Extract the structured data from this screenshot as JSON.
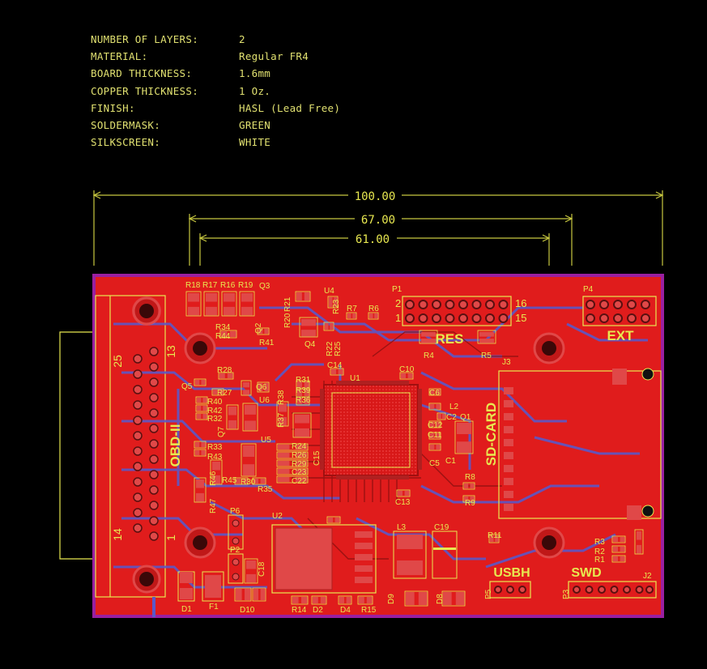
{
  "specs": [
    {
      "key": "NUMBER OF LAYERS:",
      "value": "2"
    },
    {
      "key": "MATERIAL:",
      "value": "Regular FR4"
    },
    {
      "key": "BOARD THICKNESS:",
      "value": "1.6mm"
    },
    {
      "key": "COPPER THICKNESS:",
      "value": "1 Oz."
    },
    {
      "key": "FINISH:",
      "value": "HASL (Lead Free)"
    },
    {
      "key": "SOLDERMASK:",
      "value": "GREEN"
    },
    {
      "key": "SILKSCREEN:",
      "value": "WHITE"
    }
  ],
  "dimensions": {
    "overall": "100.00",
    "middle": "67.00",
    "inner": "61.00"
  },
  "section_labels": {
    "obd": "OBD-II",
    "res": "RES",
    "ext": "EXT",
    "sdcard": "SD-CARD",
    "usbh": "USBH",
    "swd": "SWD"
  },
  "connector_pins": {
    "p1_row_top_left": "2",
    "p1_row_bottom_left": "1",
    "p1_row_top_right": "16",
    "p1_row_bottom_right": "15",
    "obd_pin_25": "25",
    "obd_pin_13": "13",
    "obd_pin_14": "14",
    "obd_pin_1": "1"
  },
  "designators": {
    "R18": "R18",
    "R17": "R17",
    "R16": "R16",
    "R19": "R19",
    "Q3": "Q3",
    "R21": "R21",
    "R20": "R20",
    "U4": "U4",
    "R23": "R23",
    "P1": "P1",
    "P4": "P4",
    "R7": "R7",
    "R6": "R6",
    "R34": "R34",
    "R44": "R44",
    "Q2": "Q2",
    "R41": "R41",
    "Q4": "Q4",
    "R22": "R22",
    "R25": "R25",
    "R4": "R4",
    "R5": "R5",
    "J3": "J3",
    "C14": "C14",
    "C10": "C10",
    "R28": "R28",
    "U1": "U1",
    "R31": "R31",
    "R39": "R39",
    "R36": "R36",
    "R27": "R27",
    "Q5": "Q5",
    "Q6": "Q6",
    "U6": "U6",
    "R38": "R38",
    "R37": "R37",
    "R40": "R40",
    "R42": "R42",
    "R32": "R32",
    "Q7": "Q7",
    "C6": "C6",
    "L2": "L2",
    "C2": "C2",
    "Q1": "Q1",
    "C12": "C12",
    "C11": "C11",
    "C1": "C1",
    "C5": "C5",
    "U5": "U5",
    "R24": "R24",
    "R26": "R26",
    "R29": "R29",
    "C23": "C23",
    "C22": "C22",
    "C15": "C15",
    "R33": "R33",
    "R43": "R43",
    "R46": "R46",
    "R45": "R45",
    "R30": "R30",
    "R35": "R35",
    "R8": "R8",
    "R9": "R9",
    "C13": "C13",
    "R47": "R47",
    "P6": "P6",
    "U2": "U2",
    "L3": "L3",
    "C19": "C19",
    "R11": "R11",
    "R3": "R3",
    "R2": "R2",
    "R1": "R1",
    "P2": "P2",
    "C18": "C18",
    "D10": "D10",
    "D1": "D1",
    "F1": "F1",
    "R14": "R14",
    "D2": "D2",
    "D4": "D4",
    "R15": "R15",
    "D9": "D9",
    "D8": "D8",
    "P5": "P5",
    "P3": "P3",
    "J2": "J2"
  },
  "colors": {
    "background": "#000000",
    "board_copper": "#e01c1c",
    "board_outline": "#9a1fa0",
    "bottom_traces": "#5a58c8",
    "silkscreen": "#e8e850",
    "dimension_lines": "#c8c840"
  }
}
